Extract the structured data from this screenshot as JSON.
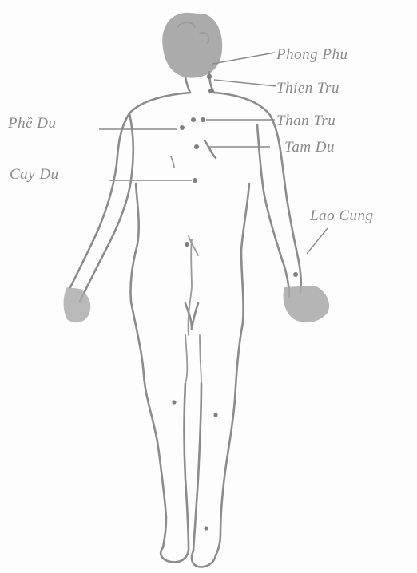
{
  "colors": {
    "ink": "#8c8c8c",
    "background": "#fdfdfd"
  },
  "figure": {
    "subject": "human-back-view-icon"
  },
  "labels": {
    "phong_phu": "Phong Phu",
    "thien_tru": "Thien Tru",
    "than_tru": "Than Tru",
    "tam_du": "Tam Du",
    "phe_du": "Phề Du",
    "cay_du": "Cay Du",
    "lao_cung": "Lao Cung"
  }
}
